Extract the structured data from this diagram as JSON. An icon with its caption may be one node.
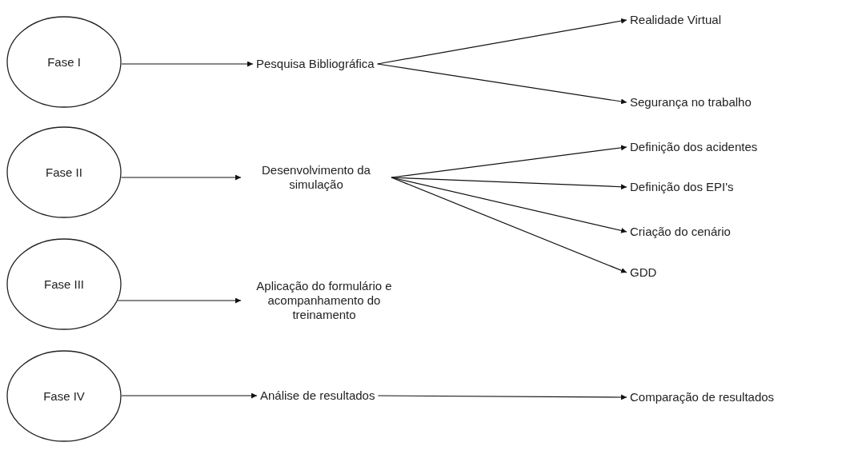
{
  "diagram": {
    "nodes": [
      {
        "text": [
          "Fase I"
        ]
      },
      {
        "text": [
          "Pesquisa Bibliográfica"
        ]
      },
      {
        "text": [
          "Realidade Virtual"
        ]
      },
      {
        "text": [
          "Segurança no trabalho"
        ]
      },
      {
        "text": [
          "Fase II"
        ]
      },
      {
        "text": [
          "Desenvolvimento da simulação"
        ]
      },
      {
        "text": [
          "Definição dos acidentes"
        ]
      },
      {
        "text": [
          "Definição dos EPI's"
        ]
      },
      {
        "text": [
          "Criação do cenário"
        ]
      },
      {
        "text": [
          "GDD"
        ]
      },
      {
        "text": [
          "Fase III"
        ]
      },
      {
        "text": [
          "Aplicação do formulário e acompanhamento do treinamento"
        ]
      },
      {
        "text": [
          "Fase IV"
        ]
      },
      {
        "text": [
          "Análise de resultados"
        ]
      },
      {
        "text": [
          "Comparação de resultados"
        ]
      }
    ],
    "edges": [
      {
        "from": 0,
        "to": 1,
        "arrow": "to"
      },
      {
        "from": 1,
        "to": 2,
        "arrow": "to"
      },
      {
        "from": 1,
        "to": 3,
        "arrow": "to"
      },
      {
        "from": 4,
        "to": 5,
        "arrow": "to"
      },
      {
        "from": 5,
        "to": 6,
        "arrow": "to"
      },
      {
        "from": 5,
        "to": 7,
        "arrow": "to"
      },
      {
        "from": 5,
        "to": 8,
        "arrow": "to"
      },
      {
        "from": 5,
        "to": 9,
        "arrow": "to"
      },
      {
        "from": 10,
        "to": 11,
        "arrow": "to"
      },
      {
        "from": 12,
        "to": 13,
        "arrow": "to"
      },
      {
        "from": 13,
        "to": 14,
        "arrow": "to"
      }
    ]
  }
}
